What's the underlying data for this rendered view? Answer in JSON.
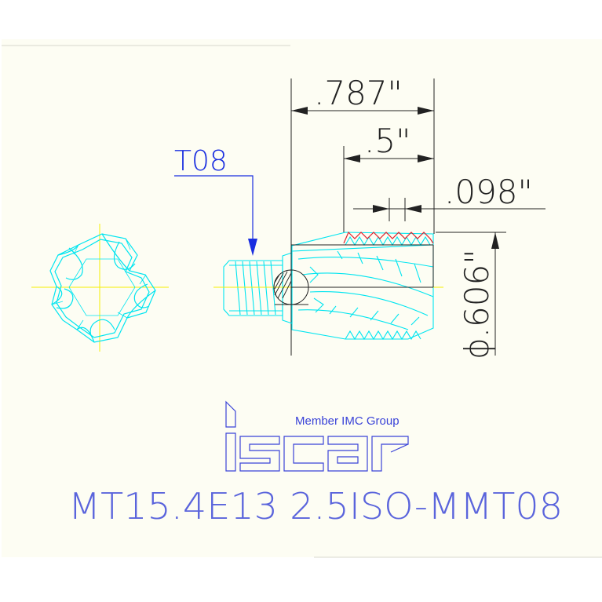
{
  "colors": {
    "paper": "#fdfdf3",
    "dim_line": "#222222",
    "outline": "#00e5f0",
    "center_line": "#f5f000",
    "leader": "#1a2ee0",
    "logo": "#3a43d8",
    "title_text": "#5a64dc",
    "cutting_edge": "#e0202a"
  },
  "dimensions": {
    "overall_length": ".787\"",
    "cutting_length": ".5\"",
    "pitch": ".098\"",
    "diameter": "ϕ.606\""
  },
  "callout": {
    "thread_code": "T08"
  },
  "logo": {
    "brand": "iscar",
    "tagline": "Member IMC Group"
  },
  "part_number": "MT15.4E13 2.5ISO-MMT08"
}
